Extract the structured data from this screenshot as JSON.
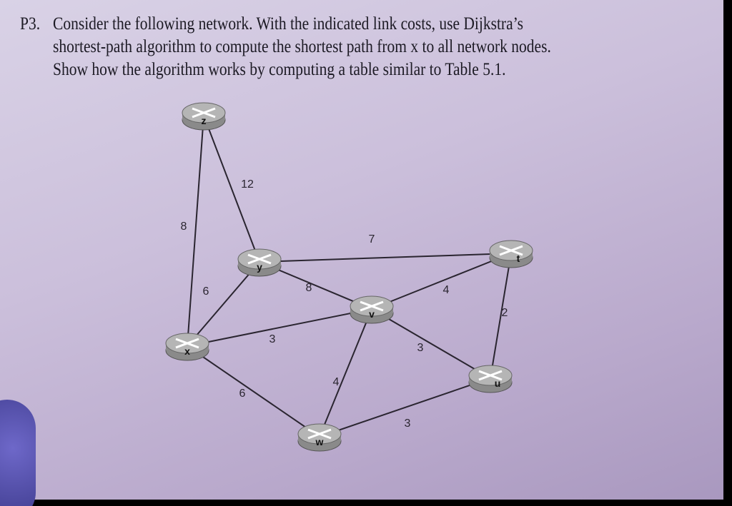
{
  "problem": {
    "number": "P3.",
    "lines": [
      "Consider the following network. With the indicated link costs, use Dijkstra’s",
      "shortest-path algorithm to compute the shortest path from x to all network nodes.",
      "Show how the algorithm works by computing a table similar to Table 5.1."
    ]
  },
  "network": {
    "nodes": [
      "z",
      "y",
      "t",
      "v",
      "x",
      "u",
      "w"
    ],
    "edges": [
      {
        "a": "z",
        "b": "x",
        "cost": "8"
      },
      {
        "a": "z",
        "b": "y",
        "cost": "12"
      },
      {
        "a": "y",
        "b": "t",
        "cost": "7"
      },
      {
        "a": "y",
        "b": "x",
        "cost": "6"
      },
      {
        "a": "y",
        "b": "v",
        "cost": "8"
      },
      {
        "a": "x",
        "b": "v",
        "cost": "3"
      },
      {
        "a": "x",
        "b": "w",
        "cost": "6"
      },
      {
        "a": "v",
        "b": "t",
        "cost": "4"
      },
      {
        "a": "v",
        "b": "w",
        "cost": "4"
      },
      {
        "a": "v",
        "b": "u",
        "cost": "3"
      },
      {
        "a": "t",
        "b": "u",
        "cost": "2"
      },
      {
        "a": "w",
        "b": "u",
        "cost": "3"
      }
    ]
  },
  "colors": {
    "router": "#8a8a8a",
    "router_top": "#b5b5b5",
    "line": "#2a2530"
  }
}
